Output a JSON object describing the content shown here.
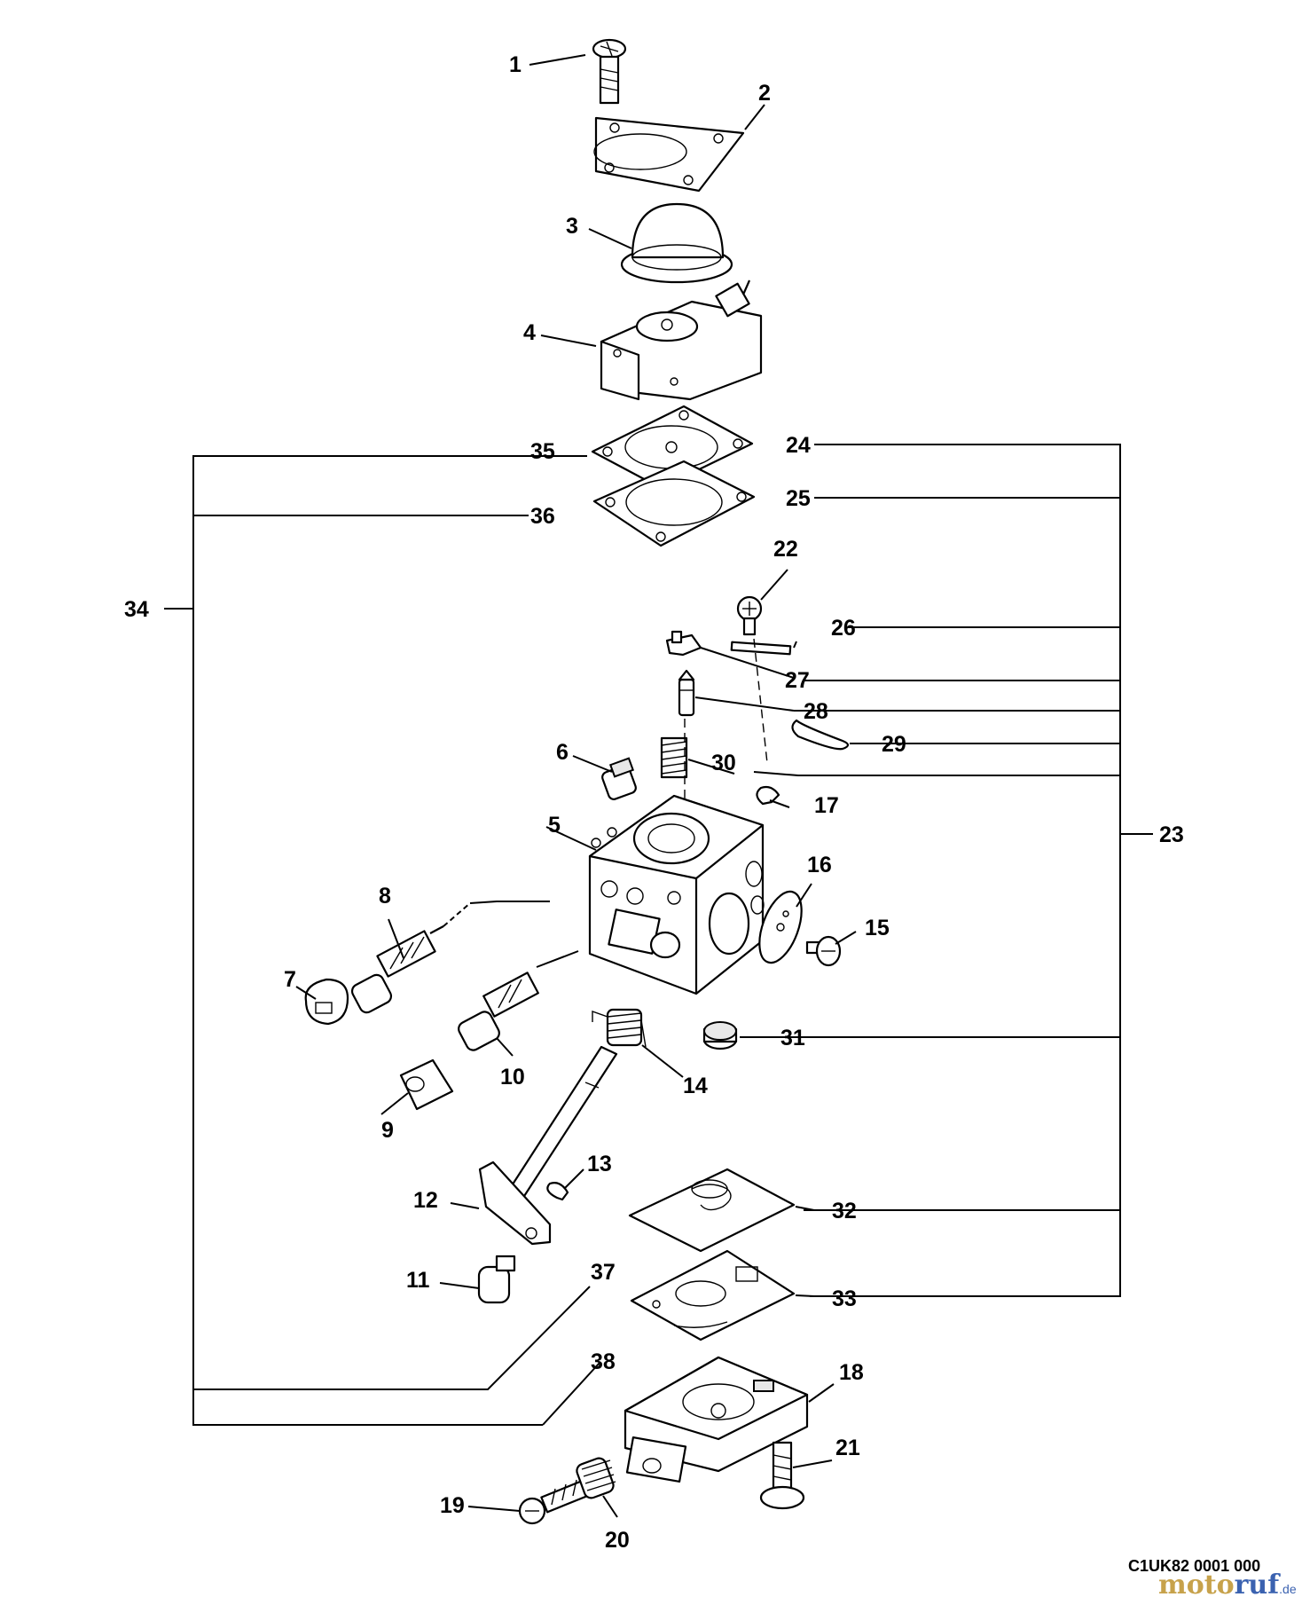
{
  "diagram": {
    "labels": {
      "p1": "1",
      "p2": "2",
      "p3": "3",
      "p4": "4",
      "p5": "5",
      "p6": "6",
      "p7": "7",
      "p8": "8",
      "p9": "9",
      "p10": "10",
      "p11": "11",
      "p12": "12",
      "p13": "13",
      "p14": "14",
      "p15": "15",
      "p16": "16",
      "p17": "17",
      "p18": "18",
      "p19": "19",
      "p20": "20",
      "p21": "21",
      "p22": "22",
      "p23": "23",
      "p24": "24",
      "p25": "25",
      "p26": "26",
      "p27": "27",
      "p28": "28",
      "p29": "29",
      "p30": "30",
      "p31": "31",
      "p32": "32",
      "p33": "33",
      "p34": "34",
      "p35": "35",
      "p36": "36",
      "p37": "37",
      "p38": "38"
    },
    "drawing_code": "C1UK82 0001 000",
    "watermark": {
      "part1": "moto",
      "part2": "ruf",
      "part3": ".de"
    }
  }
}
